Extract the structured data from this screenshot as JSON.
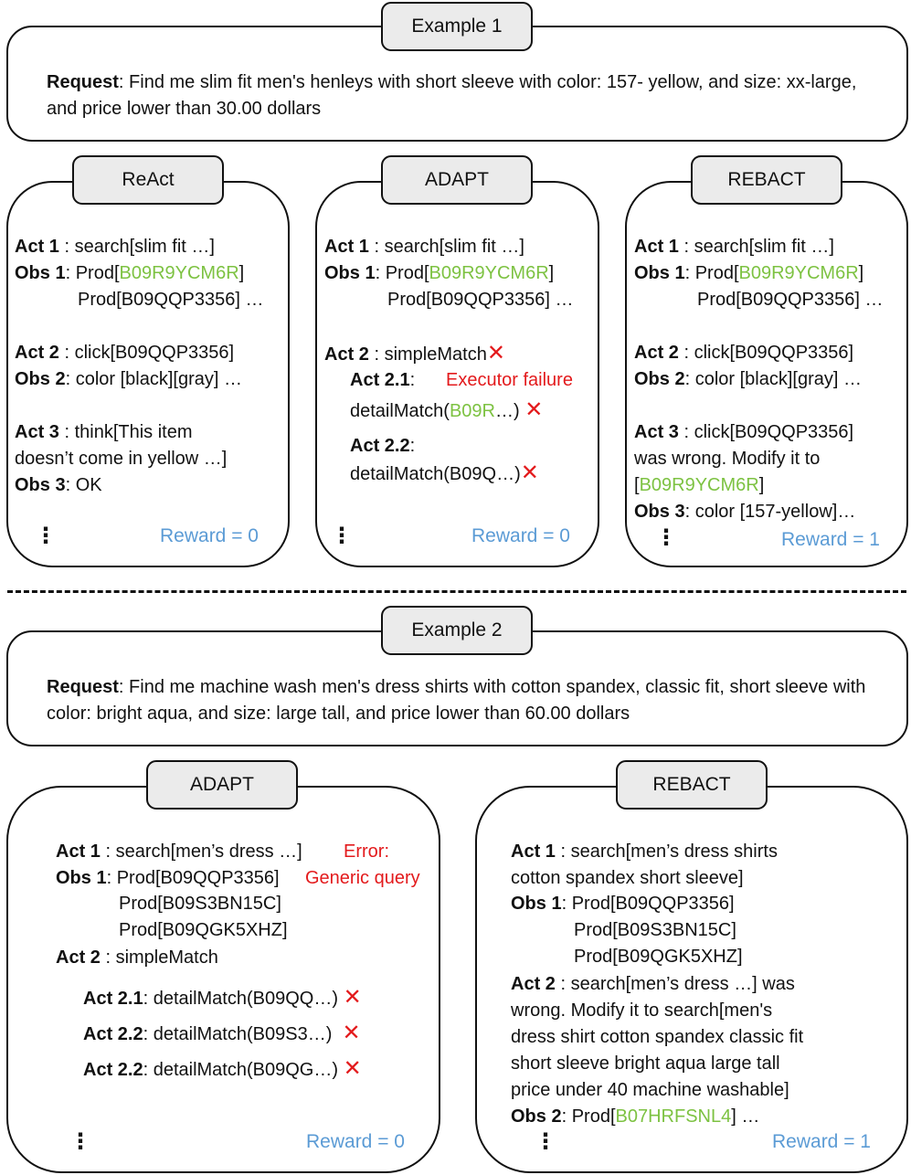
{
  "labels": {
    "act1": "Act 1",
    "act2": "Act 2",
    "act3": "Act 3",
    "act21": "Act 2.1",
    "act22": "Act 2.2",
    "obs1": "Obs 1",
    "obs2": "Obs 2",
    "obs3": "Obs 3",
    "request": "Request",
    "x_mark": "✕",
    "ellipsis": "⋮"
  },
  "example1": {
    "title": "Example 1",
    "request": "Find me slim fit men's henleys with short sleeve with color: 157- yellow, and size: xx-large, and price lower than 30.00 dollars",
    "react": {
      "title": "ReAct",
      "act1": " : search[slim fit …]",
      "obs1_pre": ": Prod[",
      "obs1_id": "B09R9YCM6R",
      "obs1_post": "]",
      "obs1_line2": "Prod[B09QQP3356] …",
      "act2": " : click[B09QQP3356]",
      "obs2": ": color [black][gray] …",
      "act3": " : think[This item",
      "act3_line2": "doesn’t come in yellow …]",
      "obs3": ": OK",
      "reward": "Reward = 0"
    },
    "adapt": {
      "title": "ADAPT",
      "act1": " : search[slim fit …]",
      "obs1_pre": ": Prod[",
      "obs1_id": "B09R9YCM6R",
      "obs1_post": "]",
      "obs1_line2": "Prod[B09QQP3356] …",
      "act2": " : simpleMatch",
      "act21_suffix": ":",
      "executor_failure": "Executor failure",
      "detail1_pre": "detailMatch(",
      "detail1_id": "B09R",
      "detail1_post": "…)",
      "act22_suffix": ":",
      "detail2": "detailMatch(B09Q…)",
      "reward": "Reward = 0"
    },
    "rebact": {
      "title": "REBACT",
      "act1": " : search[slim fit …]",
      "obs1_pre": ": Prod[",
      "obs1_id": "B09R9YCM6R",
      "obs1_post": "]",
      "obs1_line2": "Prod[B09QQP3356] …",
      "act2": " : click[B09QQP3356]",
      "obs2": ": color [black][gray] …",
      "act3": " : click[B09QQP3356]",
      "act3_line2": "was wrong. Modify it to",
      "act3_line3_pre": "[",
      "act3_line3_id": "B09R9YCM6R",
      "act3_line3_post": "]",
      "obs3": ": color [157-yellow]…",
      "reward": "Reward = 1"
    }
  },
  "example2": {
    "title": "Example 2",
    "request": "Find me machine wash men's dress shirts with cotton spandex, classic fit, short sleeve with color: bright aqua, and size: large tall, and price lower than 60.00 dollars",
    "adapt": {
      "title": "ADAPT",
      "act1": " : search[men’s dress …]",
      "error_line1": "Error:",
      "error_line2": "Generic query",
      "obs1": ": Prod[B09QQP3356]",
      "obs1_line2": "Prod[B09S3BN15C]",
      "obs1_line3": "Prod[B09QGK5XHZ]",
      "act2": " : simpleMatch",
      "act21": ": detailMatch(B09QQ…)",
      "act22a": ": detailMatch(B09S3…)",
      "act22b": ": detailMatch(B09QG…)",
      "reward": "Reward = 0"
    },
    "rebact": {
      "title": "REBACT",
      "act1": " : search[men’s dress shirts",
      "act1_line2": "cotton spandex short sleeve]",
      "obs1": ": Prod[B09QQP3356]",
      "obs1_line2": "Prod[B09S3BN15C]",
      "obs1_line3": "Prod[B09QGK5XHZ]",
      "act2": " : search[men’s dress …] was",
      "act2_line2": "wrong. Modify it to search[men's",
      "act2_line3": "dress shirt cotton spandex classic fit",
      "act2_line4": "short sleeve bright aqua large tall",
      "act2_line5": "price under 40 machine washable]",
      "obs2_pre": ": Prod[",
      "obs2_id": "B07HRFSNL4",
      "obs2_post": "] …",
      "reward": "Reward = 1"
    }
  }
}
